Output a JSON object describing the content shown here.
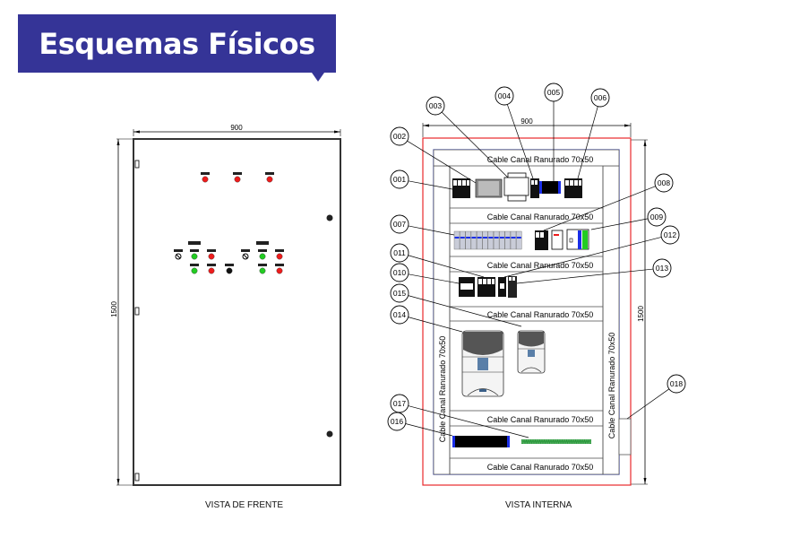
{
  "header": {
    "title": "Esquemas Físicos",
    "color": "#353497"
  },
  "front_view": {
    "caption": "VISTA DE FRENTE",
    "width_dim": "900",
    "height_dim": "1500"
  },
  "internal_view": {
    "caption": "VISTA INTERNA",
    "width_dim": "900",
    "height_dim": "1500",
    "duct_label": "Cable Canal Ranurado 70x50",
    "callouts": [
      "001",
      "002",
      "003",
      "004",
      "005",
      "006",
      "007",
      "008",
      "009",
      "010",
      "011",
      "012",
      "013",
      "014",
      "015",
      "016",
      "017",
      "018"
    ]
  },
  "colors": {
    "outer_frame": "#e8292b",
    "mounting_plate": "#1a2ee8",
    "pilot_red": "#ee1c1c",
    "pilot_green": "#22cc22"
  }
}
